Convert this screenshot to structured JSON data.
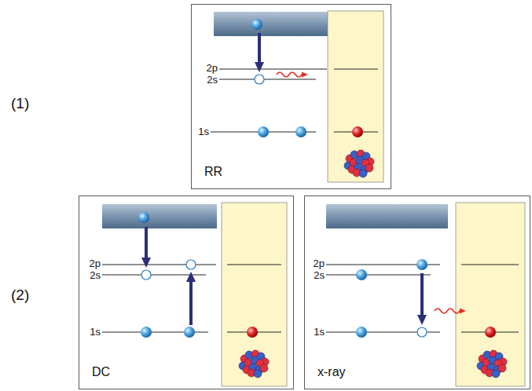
{
  "diagram": {
    "nodes": [
      {
        "text": [
          "RR"
        ]
      },
      {
        "text": [
          "DC"
        ]
      },
      {
        "text": [
          "x-ray"
        ]
      }
    ],
    "labels": [
      "(1)",
      "2p",
      "2s",
      "1s",
      "(2)",
      "2p",
      "2s",
      "1s",
      "2p",
      "2s",
      "1s"
    ]
  }
}
